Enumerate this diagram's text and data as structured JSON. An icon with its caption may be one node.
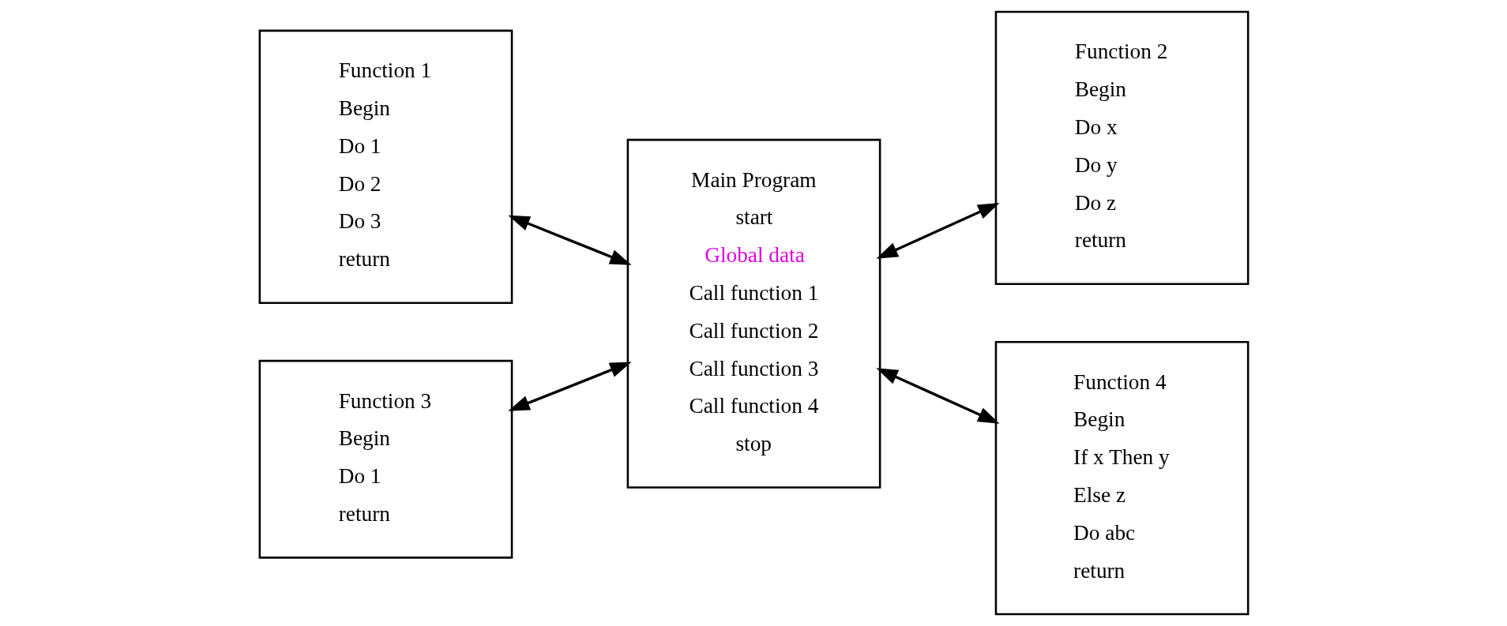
{
  "diagram": {
    "nodes": [
      {
        "text": [
          "Function 1",
          "Begin",
          "Do 1",
          "Do 2",
          "Do 3",
          "return"
        ]
      },
      {
        "text": [
          "Function 2",
          "Begin",
          "Do x",
          "Do y",
          "Do z",
          "return"
        ]
      },
      {
        "text": [
          "Main Program",
          "start",
          "Global data",
          "Call function 1",
          "Call function 2",
          "Call function 3",
          "Call function 4",
          "stop"
        ]
      },
      {
        "text": [
          "Function 3",
          "Begin",
          "Do 1",
          "return"
        ]
      },
      {
        "text": [
          "Function 4",
          "Begin",
          "If x Then y",
          "Else z",
          "Do abc",
          "return"
        ]
      }
    ],
    "edges": [
      {
        "from": 0,
        "to": 2,
        "arrow": "both"
      },
      {
        "from": 2,
        "to": 1,
        "arrow": "both"
      },
      {
        "from": 3,
        "to": 2,
        "arrow": "both"
      },
      {
        "from": 2,
        "to": 4,
        "arrow": "both"
      }
    ]
  }
}
